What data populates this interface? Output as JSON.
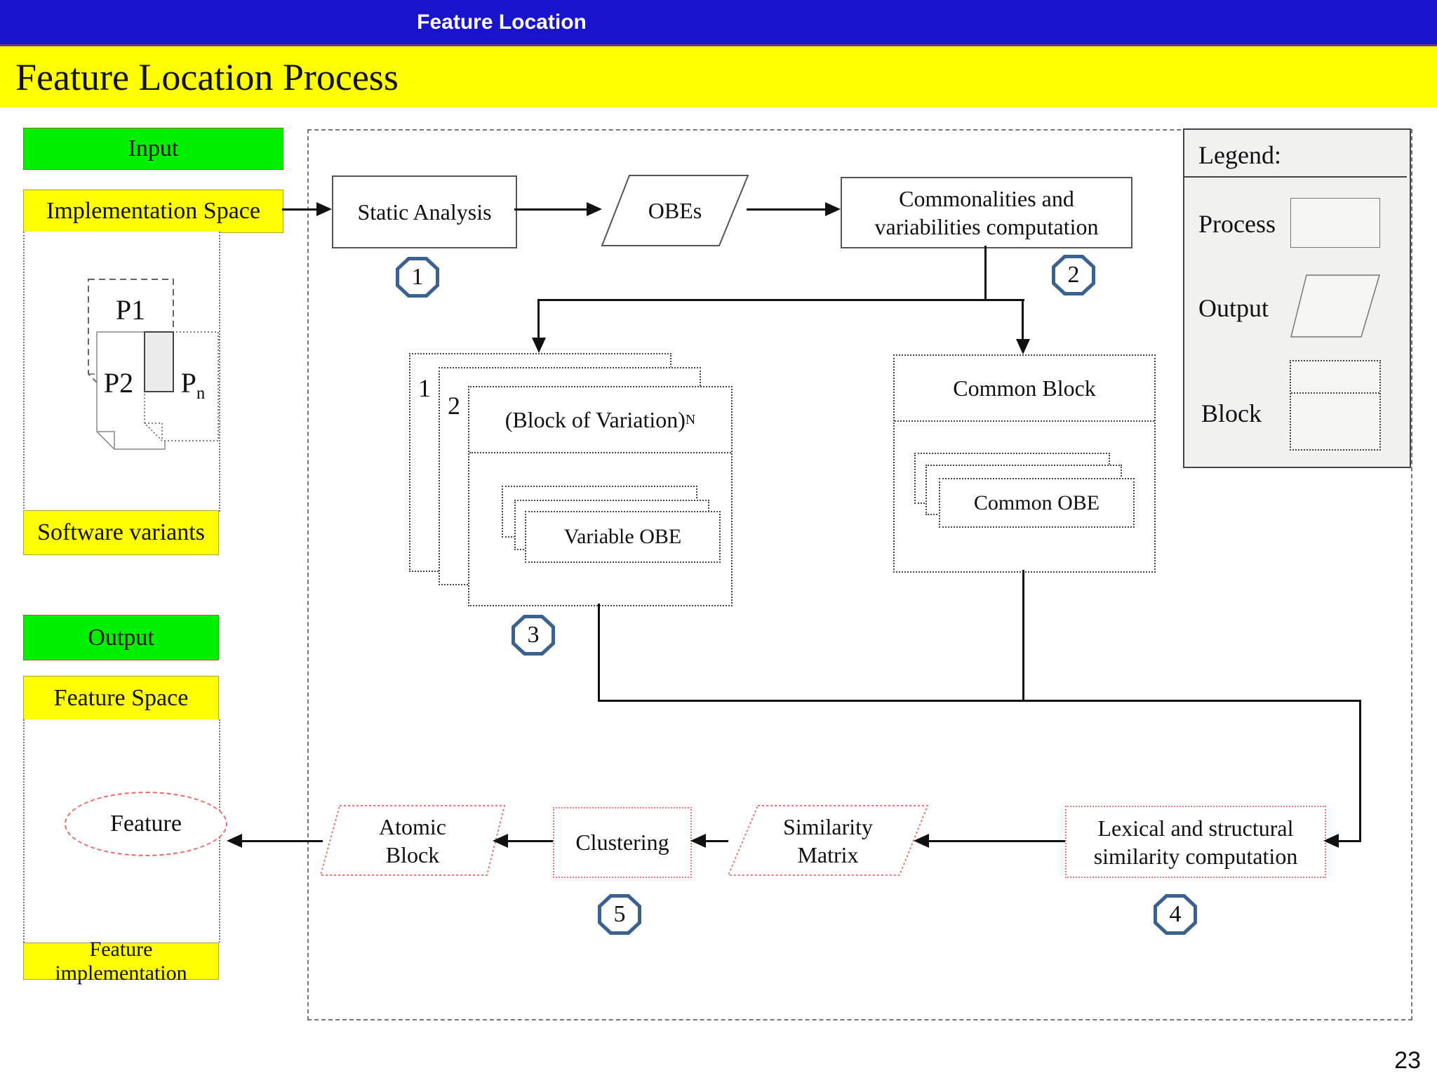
{
  "header": {
    "window_title": "Feature Location"
  },
  "slide": {
    "title": "Feature Location Process",
    "page_number": "23"
  },
  "sidebar": {
    "input_label": "Input",
    "implementation_space_label": "Implementation Space",
    "variant_p1": "P1",
    "variant_p2": "P2",
    "variant_pn_base": "P",
    "variant_pn_sub": "n",
    "software_variants_label": "Software variants",
    "output_label": "Output",
    "feature_space_label": "Feature Space",
    "feature_label": "Feature",
    "feature_implementation_label": "Feature implementation"
  },
  "diagram": {
    "static_analysis": "Static Analysis",
    "obes": "OBEs",
    "commonalities": "Commonalities and variabilities computation",
    "bov_stack_label_1": "1",
    "bov_stack_label_2": "2",
    "block_of_variation_base": "(Block of Variation)",
    "block_of_variation_sub": "N",
    "variable_obe": "Variable OBE",
    "common_block": "Common Block",
    "common_obe": "Common OBE",
    "lexical": "Lexical and structural similarity computation",
    "similarity_matrix": "Similarity Matrix",
    "clustering": "Clustering",
    "atomic_block": "Atomic Block",
    "badge_1": "1",
    "badge_2": "2",
    "badge_3": "3",
    "badge_4": "4",
    "badge_5": "5"
  },
  "legend": {
    "title": "Legend:",
    "process_label": "Process",
    "output_label": "Output",
    "block_label": "Block"
  },
  "colors": {
    "header_blue": "#1a13cc",
    "separator_purple": "#7030a0",
    "band_yellow": "#ffff00",
    "io_green": "#00f000",
    "badge_blue": "#3a618f",
    "variability_red": "#e87878"
  }
}
